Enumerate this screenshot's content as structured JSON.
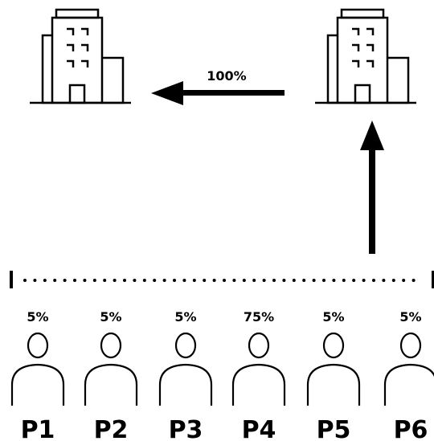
{
  "flow": {
    "transfer_label": "100%"
  },
  "icons": {
    "building": "building-icon",
    "person": "person-icon",
    "arrow": "arrow-icon"
  },
  "colors": {
    "stroke": "#000000",
    "background": "#ffffff"
  },
  "people": [
    {
      "label": "P1",
      "share": "5%"
    },
    {
      "label": "P2",
      "share": "5%"
    },
    {
      "label": "P3",
      "share": "5%"
    },
    {
      "label": "P4",
      "share": "75%"
    },
    {
      "label": "P5",
      "share": "5%"
    },
    {
      "label": "P6",
      "share": "5%"
    }
  ]
}
